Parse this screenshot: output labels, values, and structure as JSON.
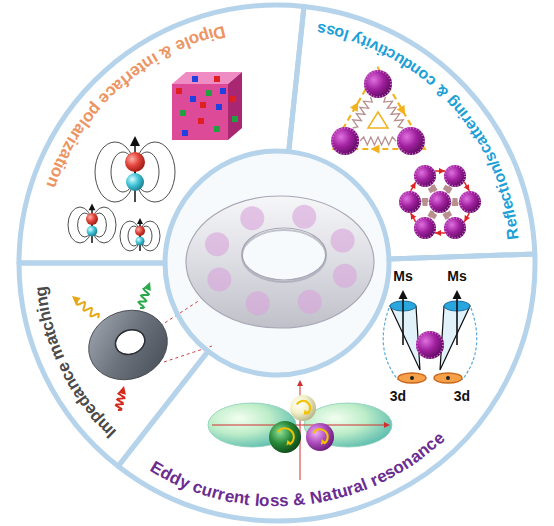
{
  "diagram": {
    "nodes": [
      {
        "text": [
          "Dipole & interface polarization"
        ]
      },
      {
        "text": [
          "Reflection/scattering & conductivity loss"
        ]
      },
      {
        "text": [
          "Impedance matching"
        ]
      },
      {
        "text": [
          "Eddy current loss & Natural resonance"
        ]
      }
    ],
    "labels": [
      "Ms",
      "Ms",
      "3d",
      "3d"
    ]
  }
}
